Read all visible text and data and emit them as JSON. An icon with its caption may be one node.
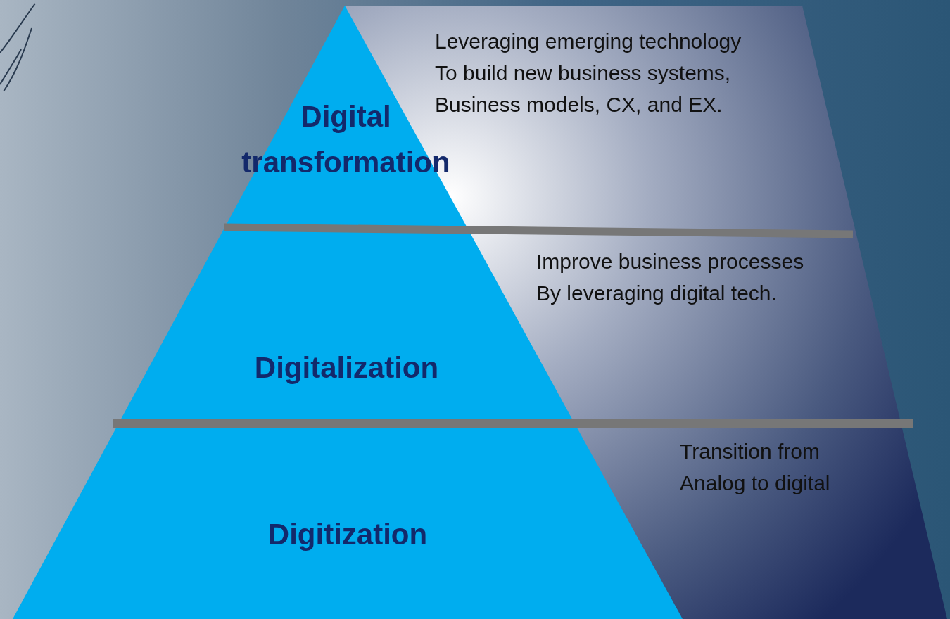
{
  "diagram": {
    "nodes": [
      {
        "text": [
          "Digital transformation"
        ],
        "beside": [
          "Leveraging emerging technology To build new business systems, Business models, CX, and EX."
        ]
      },
      {
        "text": [
          "Digitalization"
        ],
        "beside": [
          "Improve business processes By leveraging digital tech."
        ]
      },
      {
        "text": [
          "Digitization"
        ],
        "beside": [
          "Transition from Analog to digital"
        ]
      }
    ]
  }
}
